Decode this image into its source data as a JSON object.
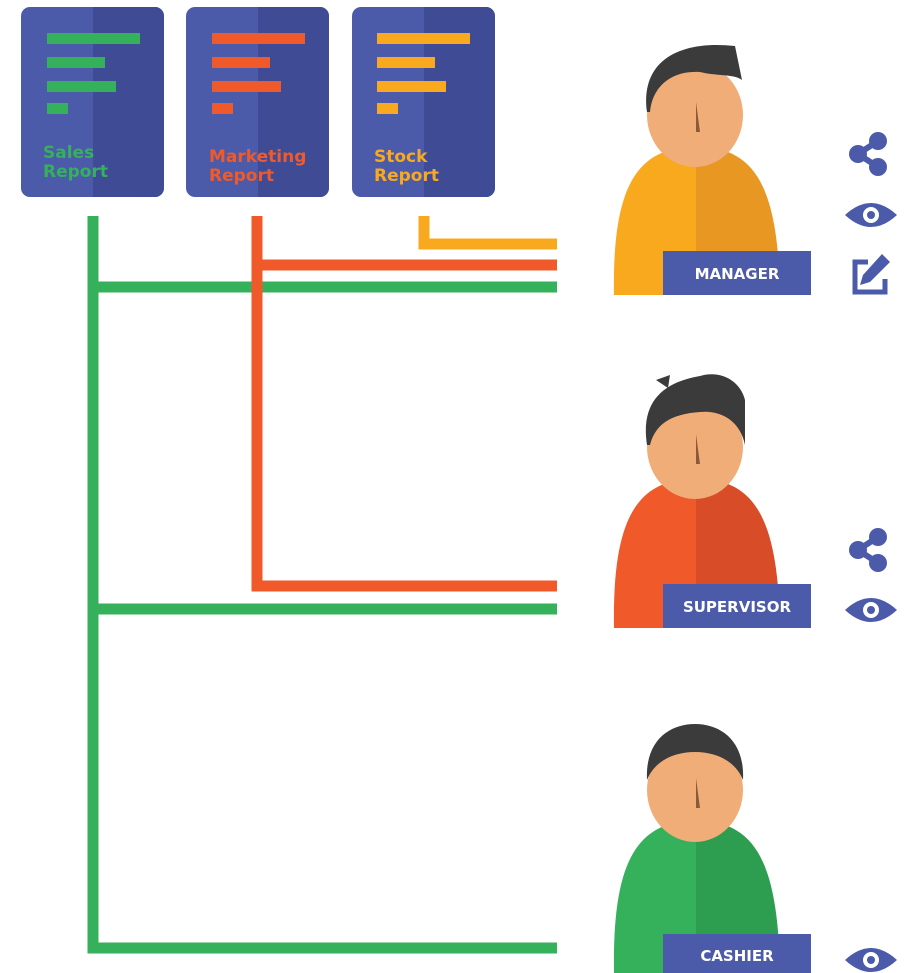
{
  "colors": {
    "card": "#4c5ba9",
    "card_shade": "#3f4c95",
    "sales": "#34b15a",
    "marketing": "#f05a2a",
    "stock": "#f8a91d",
    "badge": "#4c5ba9",
    "icon": "#4c5ba9",
    "skin": "#f0ad78",
    "hair": "#3b3b3b"
  },
  "reports": [
    {
      "id": "sales",
      "line1": "Sales",
      "line2": "Report",
      "color": "#34b15a"
    },
    {
      "id": "marketing",
      "line1": "Marketing",
      "line2": "Report",
      "color": "#f05a2a"
    },
    {
      "id": "stock",
      "line1": "Stock",
      "line2": "Report",
      "color": "#f8a91d"
    }
  ],
  "roles": [
    {
      "id": "manager",
      "label": "MANAGER",
      "shirt": "#f8a91d",
      "shirt_shade": "#e89723",
      "permissions": [
        "share-icon",
        "view-icon",
        "edit-icon"
      ]
    },
    {
      "id": "supervisor",
      "label": "SUPERVISOR",
      "shirt": "#f05a2a",
      "shirt_shade": "#d84c27",
      "permissions": [
        "share-icon",
        "view-icon"
      ]
    },
    {
      "id": "cashier",
      "label": "CASHIER",
      "shirt": "#34b15a",
      "shirt_shade": "#2d9e4f",
      "permissions": [
        "view-icon"
      ]
    }
  ],
  "access": {
    "manager": [
      "sales",
      "marketing",
      "stock"
    ],
    "supervisor": [
      "sales",
      "marketing"
    ],
    "cashier": [
      "sales"
    ]
  }
}
